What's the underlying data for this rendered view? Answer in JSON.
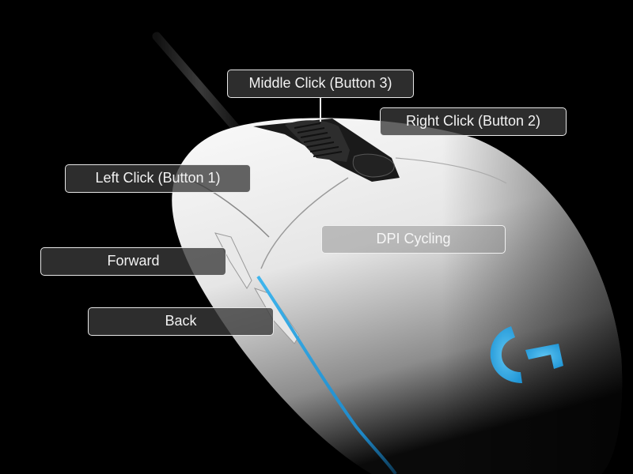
{
  "scene": {
    "description": "Gaming mouse button mapping diagram",
    "background_color": "#000000",
    "mouse_body_color": "#f2f2f2",
    "accent_color": "#2aa4dc",
    "logo_icon": "g-logo-icon"
  },
  "labels": {
    "middle_click": "Middle Click (Button 3)",
    "right_click": "Right Click (Button 2)",
    "left_click": "Left Click (Button 1)",
    "dpi_cycling": "DPI Cycling",
    "forward": "Forward",
    "back": "Back"
  }
}
